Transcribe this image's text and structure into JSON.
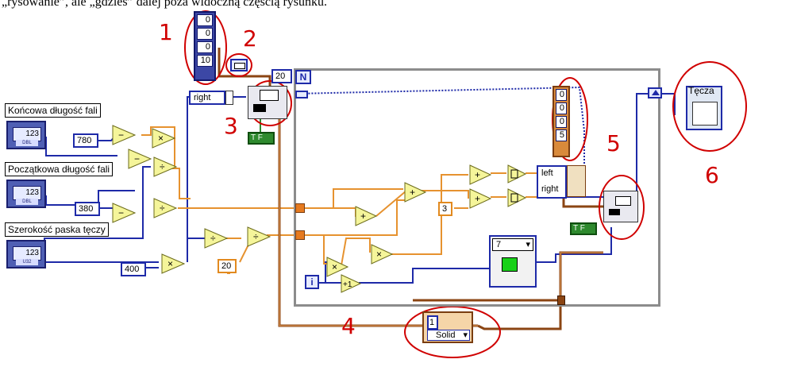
{
  "caption_text": "„rysowanie”, ale „gdzieś” dalej poza widoczną częścią rysunku.",
  "controls": {
    "end_wavelength_label": "Końcowa długość fali",
    "start_wavelength_label": "Początkowa długość fali",
    "stripe_width_label": "Szerokość paska tęczy",
    "numeric_display": "123",
    "type_dbl": "DBL",
    "type_u32": "U32"
  },
  "constants": {
    "c780": "780",
    "c380": "380",
    "c400": "400",
    "c20_loop_count": "20",
    "c20_divisor": "20",
    "c3": "3",
    "c7_ring": "7"
  },
  "array_constant_1": [
    "0",
    "0",
    "0",
    "10"
  ],
  "array_constant_5": [
    "0",
    "0",
    "0",
    "5"
  ],
  "cluster_right_1": "right",
  "cluster_left_5": "left",
  "cluster_right_5": "right",
  "bool_tf": "T F",
  "loop_terms": {
    "n": "N",
    "i": "i"
  },
  "pen_mode": {
    "width": "1",
    "style": "Solid"
  },
  "indicator": {
    "label": "Tęcza"
  },
  "operators": {
    "minus": "−",
    "times": "×",
    "divide": "÷",
    "plus": "+",
    "increment": "+1"
  },
  "annotations": [
    "1",
    "2",
    "3",
    "4",
    "5",
    "6"
  ],
  "colors": {
    "blue_wire": "#1e2aa8",
    "orange_wire": "#e6922f",
    "brown_wire": "#8b4513",
    "red_annotation": "#d00000",
    "loop_border": "#8c8c8c"
  }
}
